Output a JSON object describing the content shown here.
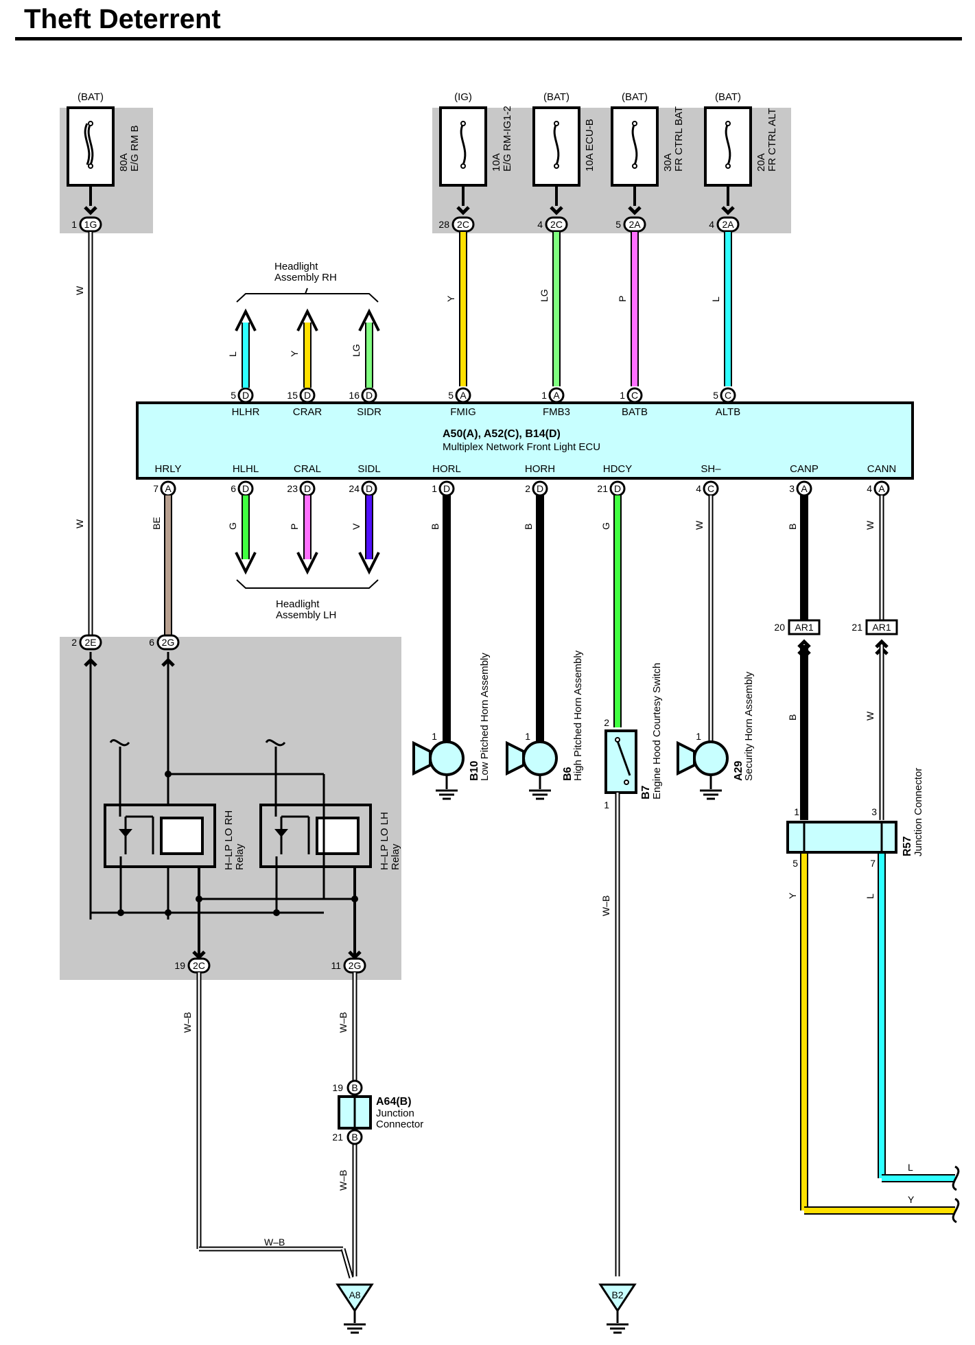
{
  "title": "Theft Deterrent",
  "fuses": [
    {
      "source": "(BAT)",
      "rating": "80A",
      "name": "E/G RM B",
      "pin": "1",
      "connector": "1G",
      "wire": "W"
    },
    {
      "source": "(IG)",
      "rating": "10A",
      "name": "E/G RM-IG1-2",
      "pin": "28",
      "connector": "2C",
      "wire": "Y"
    },
    {
      "source": "(BAT)",
      "rating": "10A ECU-B",
      "name": "",
      "pin": "4",
      "connector": "2C",
      "wire": "LG"
    },
    {
      "source": "(BAT)",
      "rating": "30A",
      "name": "FR CTRL BAT",
      "pin": "5",
      "connector": "2A",
      "wire": "P"
    },
    {
      "source": "(BAT)",
      "rating": "20A",
      "name": "FR CTRL ALT",
      "pin": "4",
      "connector": "2A",
      "wire": "L"
    }
  ],
  "ecu": {
    "ref": "A50(A), A52(C), B14(D)",
    "name": "Multiplex Network Front Light ECU",
    "top_pins": [
      {
        "pin": "5",
        "conn": "D",
        "label": "HLHR",
        "wire": "L"
      },
      {
        "pin": "15",
        "conn": "D",
        "label": "CRAR",
        "wire": "Y"
      },
      {
        "pin": "16",
        "conn": "D",
        "label": "SIDR",
        "wire": "LG"
      },
      {
        "pin": "5",
        "conn": "A",
        "label": "FMIG",
        "wire": "Y"
      },
      {
        "pin": "1",
        "conn": "A",
        "label": "FMB3",
        "wire": "LG"
      },
      {
        "pin": "1",
        "conn": "C",
        "label": "BATB",
        "wire": "P"
      },
      {
        "pin": "5",
        "conn": "C",
        "label": "ALTB",
        "wire": "L"
      }
    ],
    "bottom_pins": [
      {
        "pin": "7",
        "conn": "A",
        "label": "HRLY",
        "wire": "BE"
      },
      {
        "pin": "6",
        "conn": "D",
        "label": "HLHL",
        "wire": "G"
      },
      {
        "pin": "23",
        "conn": "D",
        "label": "CRAL",
        "wire": "P"
      },
      {
        "pin": "24",
        "conn": "D",
        "label": "SIDL",
        "wire": "V"
      },
      {
        "pin": "1",
        "conn": "D",
        "label": "HORL",
        "wire": "B"
      },
      {
        "pin": "2",
        "conn": "D",
        "label": "HORH",
        "wire": "B"
      },
      {
        "pin": "21",
        "conn": "D",
        "label": "HDCY",
        "wire": "G"
      },
      {
        "pin": "4",
        "conn": "C",
        "label": "SH–",
        "wire": "W"
      },
      {
        "pin": "3",
        "conn": "A",
        "label": "CANP",
        "wire": "B"
      },
      {
        "pin": "4",
        "conn": "A",
        "label": "CANN",
        "wire": "W"
      }
    ]
  },
  "headlight_rh": "Headlight\nAssembly RH",
  "headlight_lh": "Headlight\nAssembly LH",
  "wire_w_left": "W",
  "relay_box": {
    "top_connectors": [
      {
        "pin": "2",
        "conn": "2E"
      },
      {
        "pin": "6",
        "conn": "2G"
      }
    ],
    "relays": [
      {
        "name": "H–LP LO RH",
        "sub": "Relay"
      },
      {
        "name": "H–LP LO LH",
        "sub": "Relay"
      }
    ],
    "bottom_connectors": [
      {
        "pin": "19",
        "conn": "2C"
      },
      {
        "pin": "11",
        "conn": "2G"
      }
    ]
  },
  "devices": [
    {
      "ref": "B10",
      "name": "Low Pitched Horn Assembly",
      "pin": "1"
    },
    {
      "ref": "B6",
      "name": "High Pitched Horn Assembly",
      "pin": "1"
    },
    {
      "ref": "B7",
      "name": "Engine Hood Courtesy Switch",
      "pin_top": "2",
      "pin_bottom": "1"
    },
    {
      "ref": "A29",
      "name": "Security Horn Assembly",
      "pin": "1"
    }
  ],
  "ar1": [
    {
      "pin": "20",
      "conn": "AR1"
    },
    {
      "pin": "21",
      "conn": "AR1"
    }
  ],
  "r57": {
    "ref": "R57",
    "name": "Junction Connector",
    "pins_top": [
      "1",
      "3"
    ],
    "pins_bottom": [
      "5",
      "7"
    ]
  },
  "a64": {
    "ref": "A64(B)",
    "name": "Junction\nConnector",
    "pin_top": "19",
    "pin_bottom": "21",
    "conn": "B"
  },
  "wires": {
    "wb1": "W–B",
    "wb2": "W–B",
    "wb3": "W–B",
    "wb4": "W–B",
    "wb5": "W–B",
    "b_can": "B",
    "w_can": "W",
    "y_r57": "Y",
    "l_r57": "L",
    "l_end": "L",
    "y_end": "Y"
  },
  "grounds": [
    {
      "ref": "A8"
    },
    {
      "ref": "B2"
    }
  ],
  "colors": {
    "W": "#ffffff",
    "Y": "#ffe000",
    "LG": "#80ff80",
    "P": "#ff70ff",
    "L": "#30ffff",
    "BE": "#b8a090",
    "G": "#40ff40",
    "V": "#5010ff",
    "B": "#000000",
    "ecu_fill": "#c8ffff",
    "box_fill": "#c8c8c8"
  }
}
